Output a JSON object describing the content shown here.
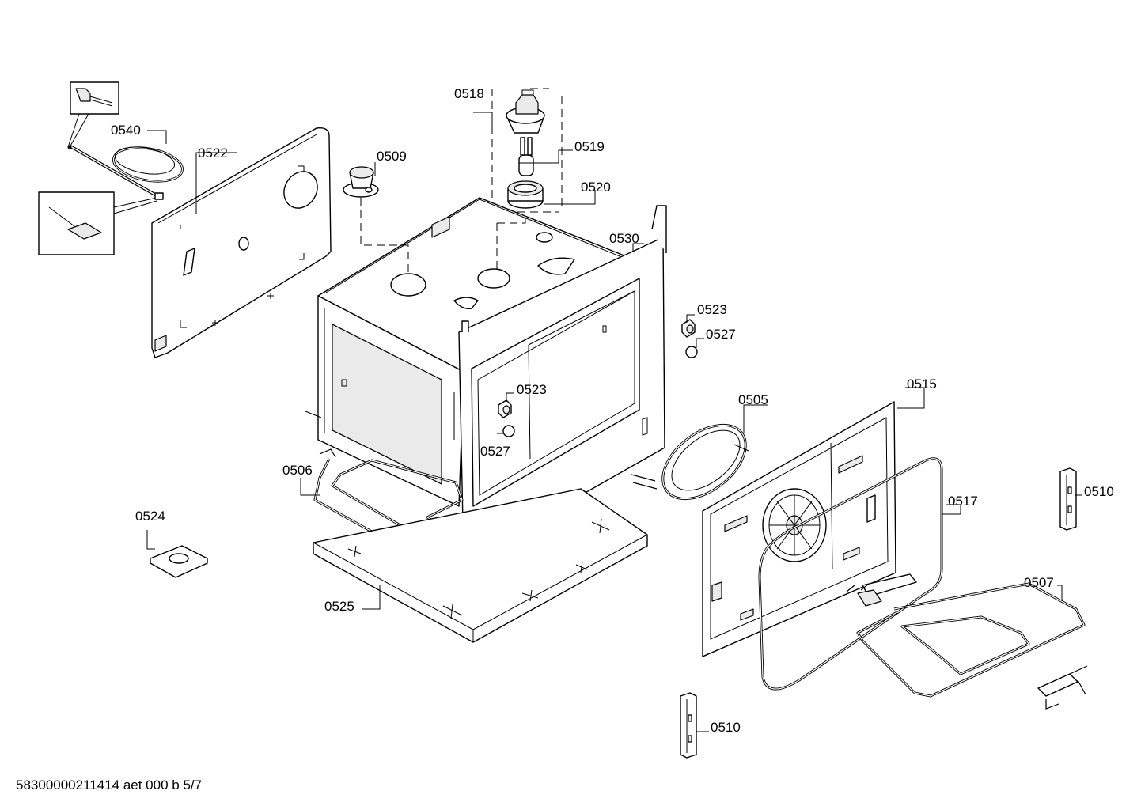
{
  "diagram": {
    "parts": [
      "0518",
      "0540",
      "0522",
      "0509",
      "0519",
      "0520",
      "0530",
      "0523",
      "0527",
      "0523",
      "0505",
      "0515",
      "0527",
      "0506",
      "0510",
      "0524",
      "0517",
      "0507",
      "0525",
      "0510"
    ],
    "footer": "58300000211414 aet 000 b 5/7"
  }
}
